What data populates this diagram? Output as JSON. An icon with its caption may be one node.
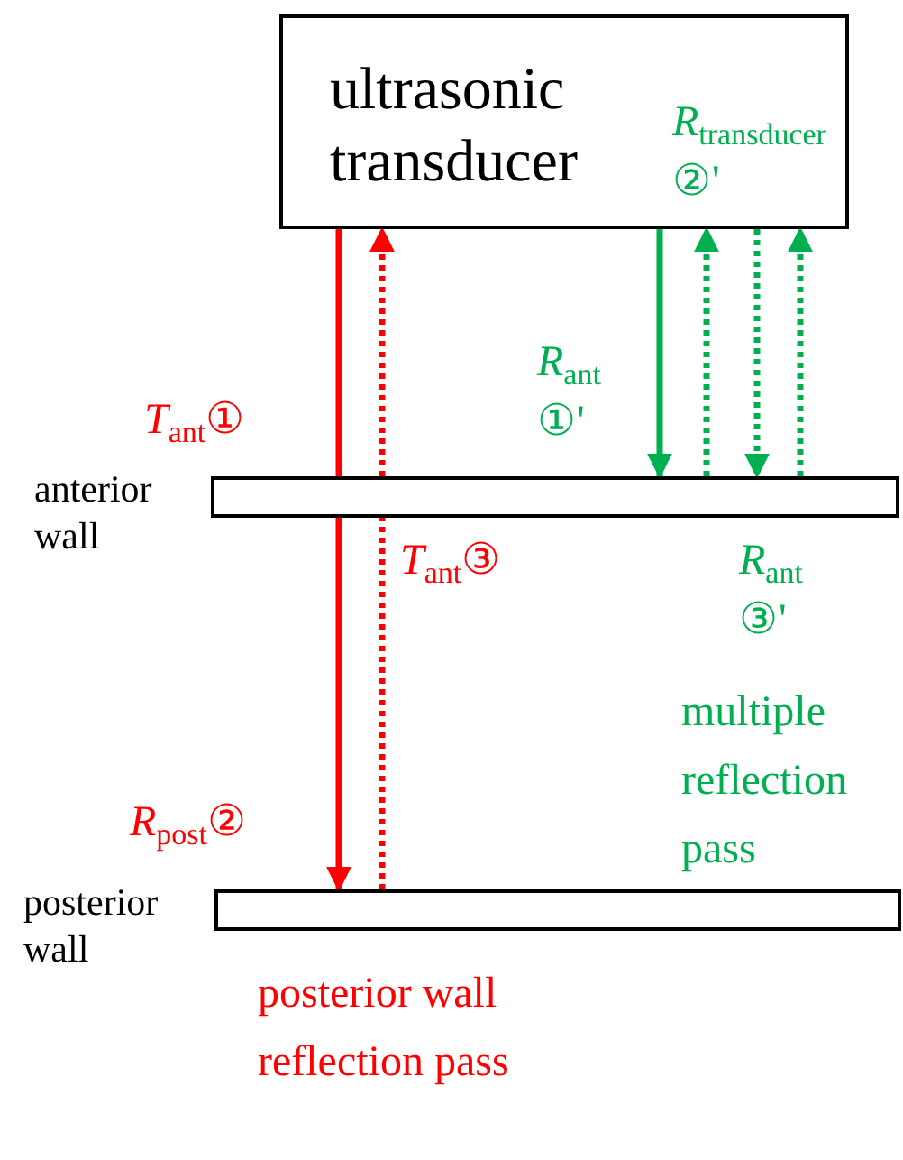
{
  "diagram": {
    "nodes": [
      {
        "text": [
          "ultrasonic transducer"
        ]
      },
      {
        "text": [
          "anterior wall"
        ]
      },
      {
        "text": [
          "posterior wall"
        ]
      }
    ],
    "edges": [
      {
        "from": 0,
        "to": 1,
        "arrow": "none",
        "color": "#ff0000"
      },
      {
        "from": 1,
        "to": 2,
        "arrow": "to",
        "color": "#ff0000"
      },
      {
        "from": 2,
        "to": 1,
        "arrow": "none",
        "style": "dashed",
        "color": "#ff0000"
      },
      {
        "from": 1,
        "to": 0,
        "arrow": "to",
        "style": "dashed",
        "color": "#ff0000"
      },
      {
        "from": 0,
        "to": 1,
        "arrow": "to",
        "color": "#00b050"
      },
      {
        "from": 1,
        "to": 0,
        "arrow": "to",
        "style": "dashed",
        "color": "#00b050"
      },
      {
        "from": 0,
        "to": 1,
        "arrow": "to",
        "style": "dashed",
        "color": "#00b050"
      },
      {
        "from": 1,
        "to": 0,
        "arrow": "to",
        "style": "dashed",
        "color": "#00b050"
      }
    ],
    "labels": [
      "*R*$_{transducer}$ ②'",
      "*R*$_{ant}$ ①'",
      "*T*$_{ant}$①",
      "*T*$_{ant}$③",
      "*R*$_{ant}$ ③'",
      "multiple reflection pass",
      "*R*$_{post}$②",
      "posterior wall reflection pass"
    ]
  }
}
